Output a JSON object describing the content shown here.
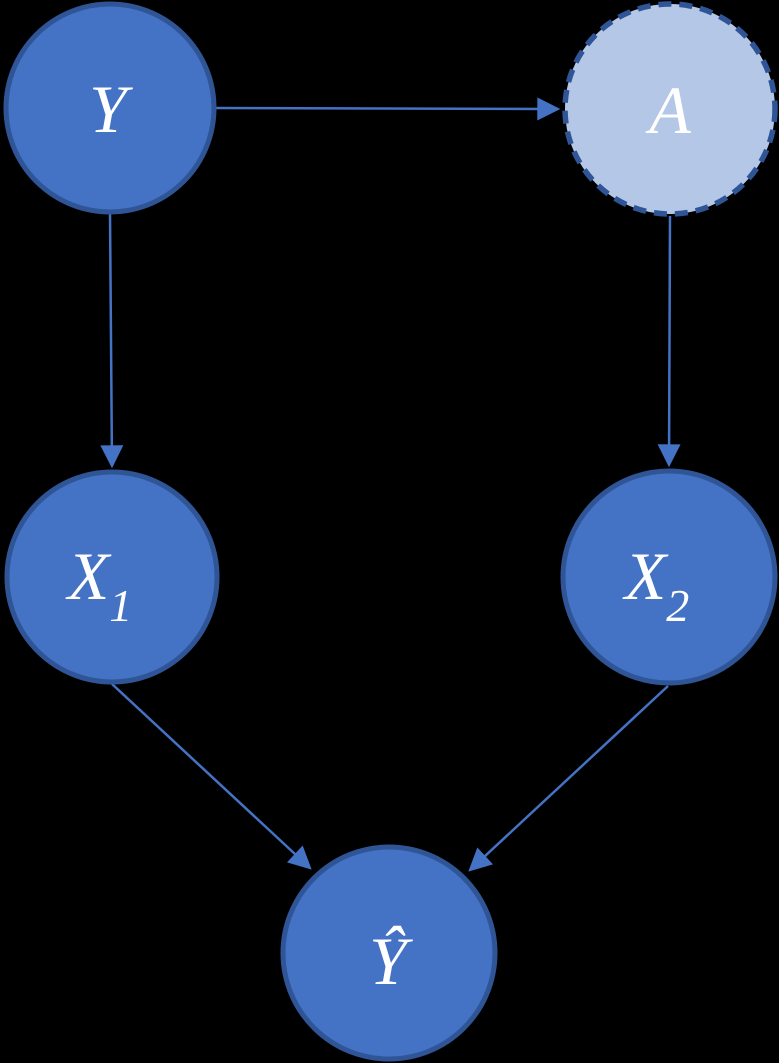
{
  "diagram": {
    "background": "#000000",
    "colors": {
      "background": "#000000",
      "node_fill": "#4472C4",
      "node_border": "#2F5597",
      "node_fill_light": "#B4C7E7",
      "arrow": "#4472C4",
      "label_text": "#FFFFFF"
    },
    "nodes": [
      {
        "id": "Y",
        "label": "Y",
        "subscript": "",
        "style": "solid"
      },
      {
        "id": "A",
        "label": "A",
        "subscript": "",
        "style": "light-dashed"
      },
      {
        "id": "X1",
        "label": "X",
        "subscript": "1",
        "style": "solid"
      },
      {
        "id": "X2",
        "label": "X",
        "subscript": "2",
        "style": "solid"
      },
      {
        "id": "Yhat",
        "label": "Ŷ",
        "subscript": "",
        "style": "solid"
      }
    ],
    "edges": [
      {
        "from": "Y",
        "to": "A"
      },
      {
        "from": "Y",
        "to": "X1"
      },
      {
        "from": "A",
        "to": "X2"
      },
      {
        "from": "X1",
        "to": "Yhat"
      },
      {
        "from": "X2",
        "to": "Yhat"
      }
    ]
  }
}
